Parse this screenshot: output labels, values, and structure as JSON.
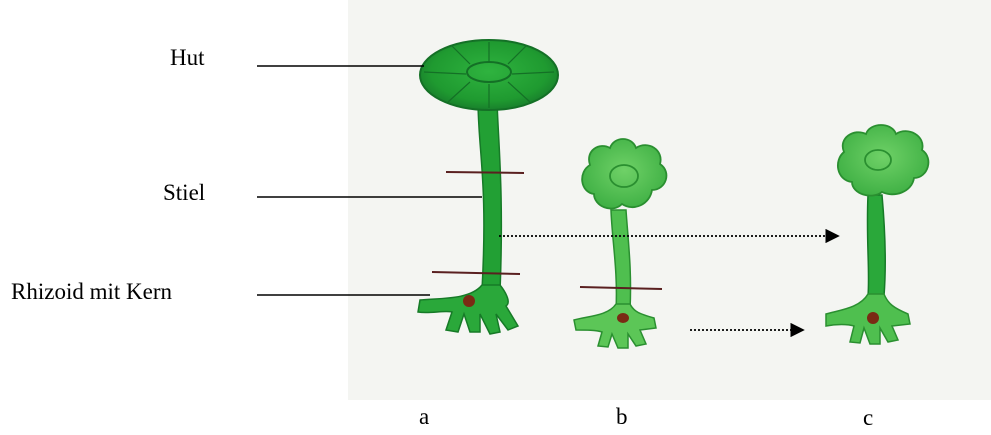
{
  "labels": {
    "hut": "Hut",
    "stiel": "Stiel",
    "rhizoid": "Rhizoid mit Kern"
  },
  "specimens": {
    "a": "a",
    "b": "b",
    "c": "c"
  },
  "colors": {
    "algae_dark": "#1f8a2e",
    "algae_mid": "#2aa83a",
    "algae_light": "#57c65a",
    "nucleus": "#7a2a14",
    "cut_line": "#5a2020",
    "panel_bg": "#f4f5f2"
  }
}
